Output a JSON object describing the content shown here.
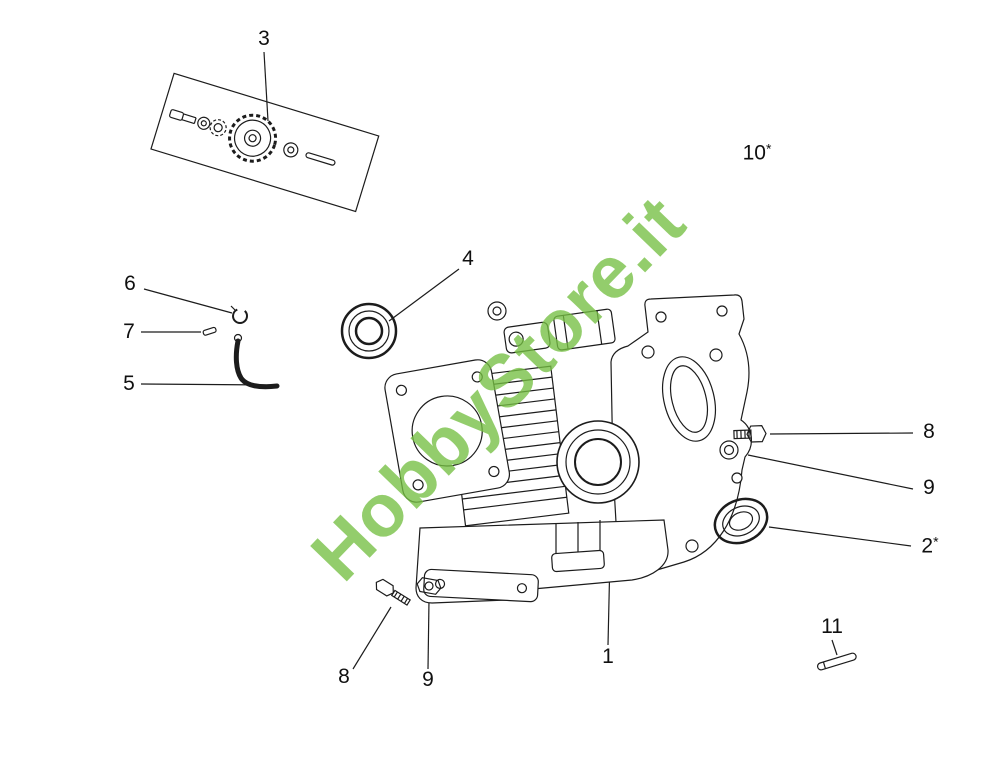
{
  "watermark": {
    "text": "HobbyStore.it",
    "color": "#76c043"
  },
  "diagram": {
    "line_color": "#1c1c1c",
    "labels": {
      "part3": "3",
      "part10": "10",
      "part10_suffix": "*",
      "part4": "4",
      "part6": "6",
      "part7": "7",
      "part5": "5",
      "part8_right": "8",
      "part9_right": "9",
      "part2": "2",
      "part2_suffix": "*",
      "part1": "1",
      "part8_bottom": "8",
      "part9_bottom": "9",
      "part11": "11"
    }
  }
}
